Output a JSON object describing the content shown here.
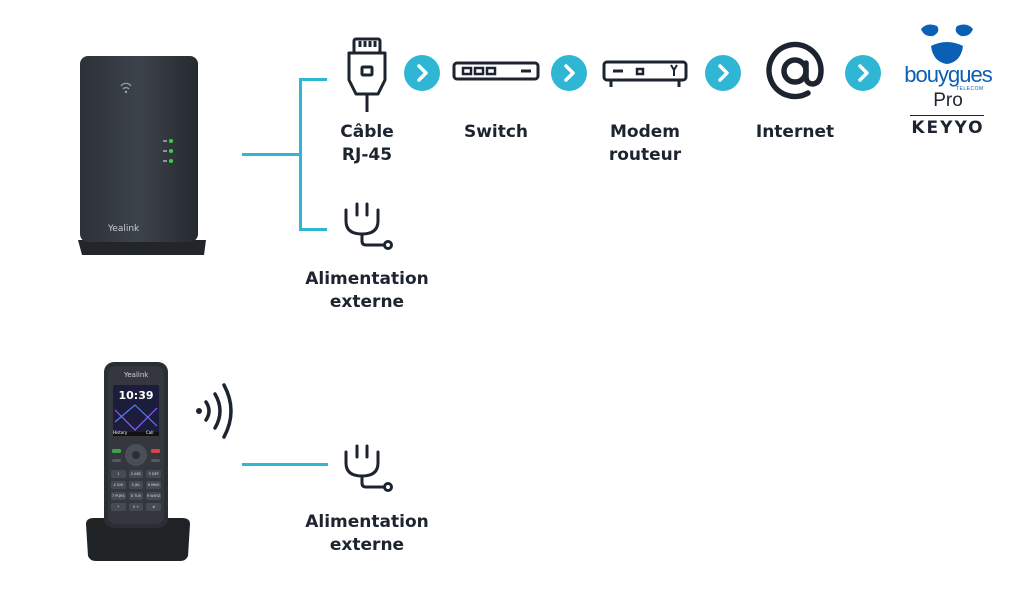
{
  "chain": {
    "cable": [
      "Câble",
      "RJ-45"
    ],
    "switch": "Switch",
    "modem": [
      "Modem",
      "routeur"
    ],
    "internet": "Internet"
  },
  "base_power": [
    "Alimentation",
    "externe"
  ],
  "handset_power": [
    "Alimentation",
    "externe"
  ],
  "devices": {
    "base_brand": "Yealink",
    "handset_brand": "Yealink",
    "handset_time": "10:39",
    "handset_softkeys": [
      "History",
      "Call"
    ],
    "keypad": [
      "1",
      "2 ABC",
      "3 DEF",
      "4 GHI",
      "5 JKL",
      "6 MNO",
      "7 PQRS",
      "8 TUV",
      "9 WXYZ",
      "*",
      "0 +",
      "#"
    ]
  },
  "logos": {
    "bouygues": "bouygues",
    "bouygues_sub": "TELECOM",
    "pro": "Pro",
    "keyyo": "KEYYO"
  },
  "colors": {
    "accent": "#2fb6d4",
    "bouygues_blue": "#0b5fb4",
    "text": "#1d2430"
  },
  "icons": [
    "rj45-plug-icon",
    "switch-icon",
    "modem-router-icon",
    "at-sign-icon",
    "power-plug-icon",
    "wireless-signal-icon",
    "chevron-right-icon"
  ]
}
